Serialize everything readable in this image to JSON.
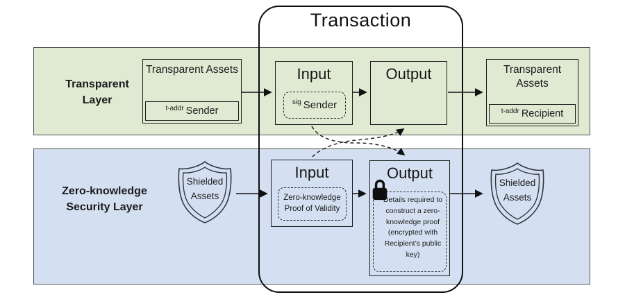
{
  "title": "Transaction",
  "colors": {
    "transparent_band": "#e0e9d2",
    "zk_band": "#d4e0f1",
    "band_border": "#4f4f4f",
    "box_border": "#1c1c1c",
    "text": "#1b1b1b"
  },
  "transparent_layer": {
    "label": "Transparent Layer",
    "source_assets": {
      "title": "Transparent Assets",
      "addr_type": "t-addr",
      "holder": "Sender"
    },
    "input": {
      "label": "Input",
      "sig_type": "sig",
      "holder": "Sender"
    },
    "output": {
      "label": "Output"
    },
    "dest_assets": {
      "title": "Transparent Assets",
      "addr_type": "t-addr",
      "holder": "Recipient"
    }
  },
  "zk_layer": {
    "label": "Zero-knowledge Security Layer",
    "source_shield": {
      "label": "Shielded Assets"
    },
    "input": {
      "label": "Input",
      "note": "Zero-knowledge Proof of Validity"
    },
    "output": {
      "label": "Output",
      "note": "Details required to construct a zero-knowledge proof (encrypted with Recipient’s public key)"
    },
    "dest_shield": {
      "label": "Shielded Assets"
    }
  },
  "icons": {
    "lock": "lock-icon",
    "shield": "shield-icon"
  }
}
